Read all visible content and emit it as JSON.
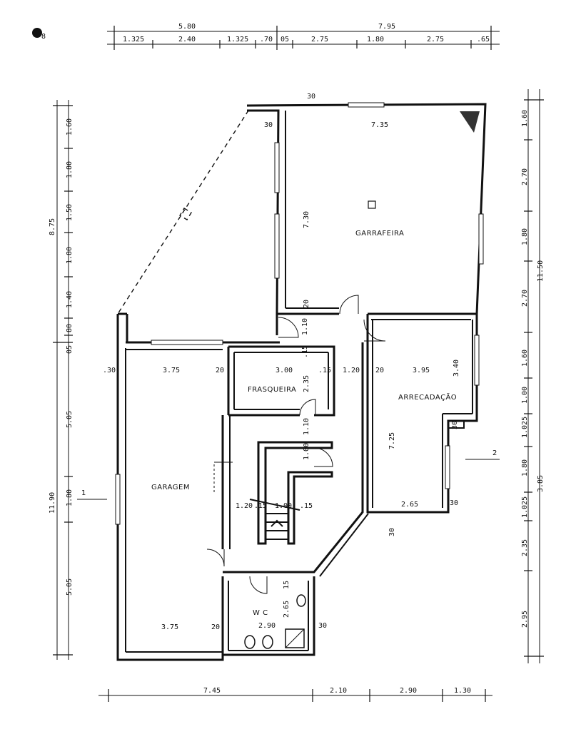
{
  "top_dims": {
    "row1": [
      "5.80",
      "7.95"
    ],
    "row2": [
      "1.325",
      "2.40",
      "1.325",
      ".70",
      "05",
      "2.75",
      "1.80",
      "2.75",
      ".65"
    ]
  },
  "left_dims": {
    "outer": [
      "8.75",
      "11.90"
    ],
    "mid": [
      "5.05",
      "5.05"
    ],
    "inner": [
      "1.60",
      "1.80",
      "1.50",
      "1.80",
      "1.40",
      "80",
      "05",
      "1.80"
    ]
  },
  "right_dims": {
    "outer": [
      "11.50"
    ],
    "mid": [
      "3.85"
    ],
    "inner": [
      "1.60",
      "2.70",
      "1.80",
      "2.70",
      "1.60",
      "1.00",
      "1.025",
      "1.80",
      "1.025",
      "2.35",
      "2.95"
    ]
  },
  "bottom_dims": [
    "7.45",
    "2.10",
    "2.90",
    "1.30"
  ],
  "rooms": {
    "garrafeira": "GARRAFEIRA",
    "frasqueira": "FRASQUEIRA",
    "arrecadacao": "ARRECADAÇÃO",
    "garagem": "GARAGEM",
    "wc": "W C"
  },
  "interior_dims": [
    "30",
    "7.35",
    "30",
    "7.30",
    "20",
    "1.10",
    "3.75",
    "20",
    ".30",
    "3.00",
    ".15",
    ".15",
    "2.35",
    "1.20",
    "20",
    "3.95",
    "3.40",
    "7.25",
    "30",
    "1.10",
    "1.00",
    "1.20",
    ".15",
    "1.00",
    ".15",
    "2.65",
    "30",
    "30",
    "15",
    "2.65",
    "2.90",
    "30",
    "3.75",
    "20"
  ],
  "sections": [
    "1",
    "2"
  ],
  "corner_mark": "8"
}
